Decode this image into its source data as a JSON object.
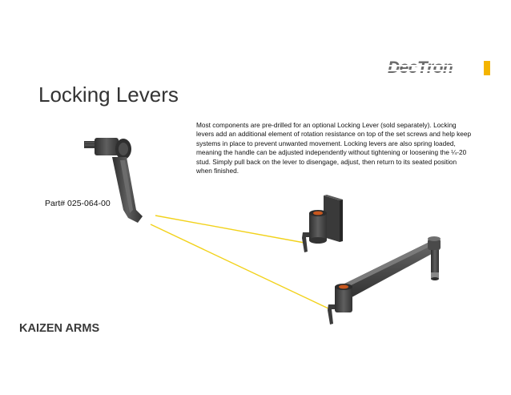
{
  "logo": {
    "text": "DecTron",
    "icon": "dectron-logo-icon"
  },
  "title": "Locking Levers",
  "description": "Most components are pre-drilled for an optional Locking Lever (sold separately). Locking levers add an additional element of rotation resistance on top of the set screws and help keep systems in place to prevent unwanted movement. Locking levers are also spring loaded, meaning the handle can be adjusted independently without tightening or loosening the ¼-20 stud. Simply pull back on the lever to disengage, adjust, then return to its seated position when finished.",
  "part_number": "Part# 025-064-00",
  "brand": "KAIZEN ARMS",
  "colors": {
    "callout_line": "#f2d21b",
    "metal_dark": "#3d3d3d",
    "metal_mid": "#5a5a5a",
    "accent_orange": "#c8571e",
    "logo_gray": "#6b6b6b",
    "logo_accent": "#f4b400"
  }
}
